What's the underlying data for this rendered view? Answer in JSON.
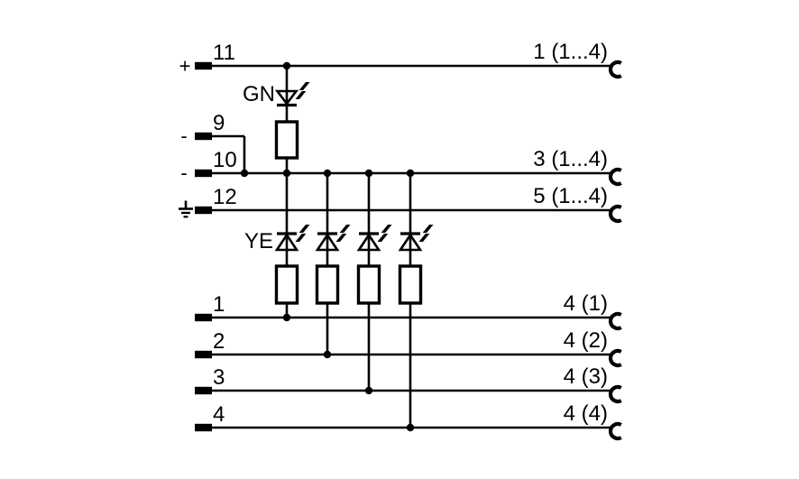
{
  "colors": {
    "line": "#000000",
    "background": "#ffffff"
  },
  "left_pins": [
    {
      "num": "11",
      "symbol": "+"
    },
    {
      "num": "9",
      "symbol": "-"
    },
    {
      "num": "10",
      "symbol": "-"
    },
    {
      "num": "12",
      "symbol": "earth-ground-icon"
    },
    {
      "num": "1",
      "symbol": ""
    },
    {
      "num": "2",
      "symbol": ""
    },
    {
      "num": "3",
      "symbol": ""
    },
    {
      "num": "4",
      "symbol": ""
    }
  ],
  "right_pins": [
    "1 (1...4)",
    "3 (1...4)",
    "5 (1...4)",
    "4 (1)",
    "4 (2)",
    "4 (3)",
    "4 (4)"
  ],
  "leds": [
    {
      "label": "GN",
      "color": "green"
    },
    {
      "label": "YE",
      "color": "yellow"
    }
  ]
}
